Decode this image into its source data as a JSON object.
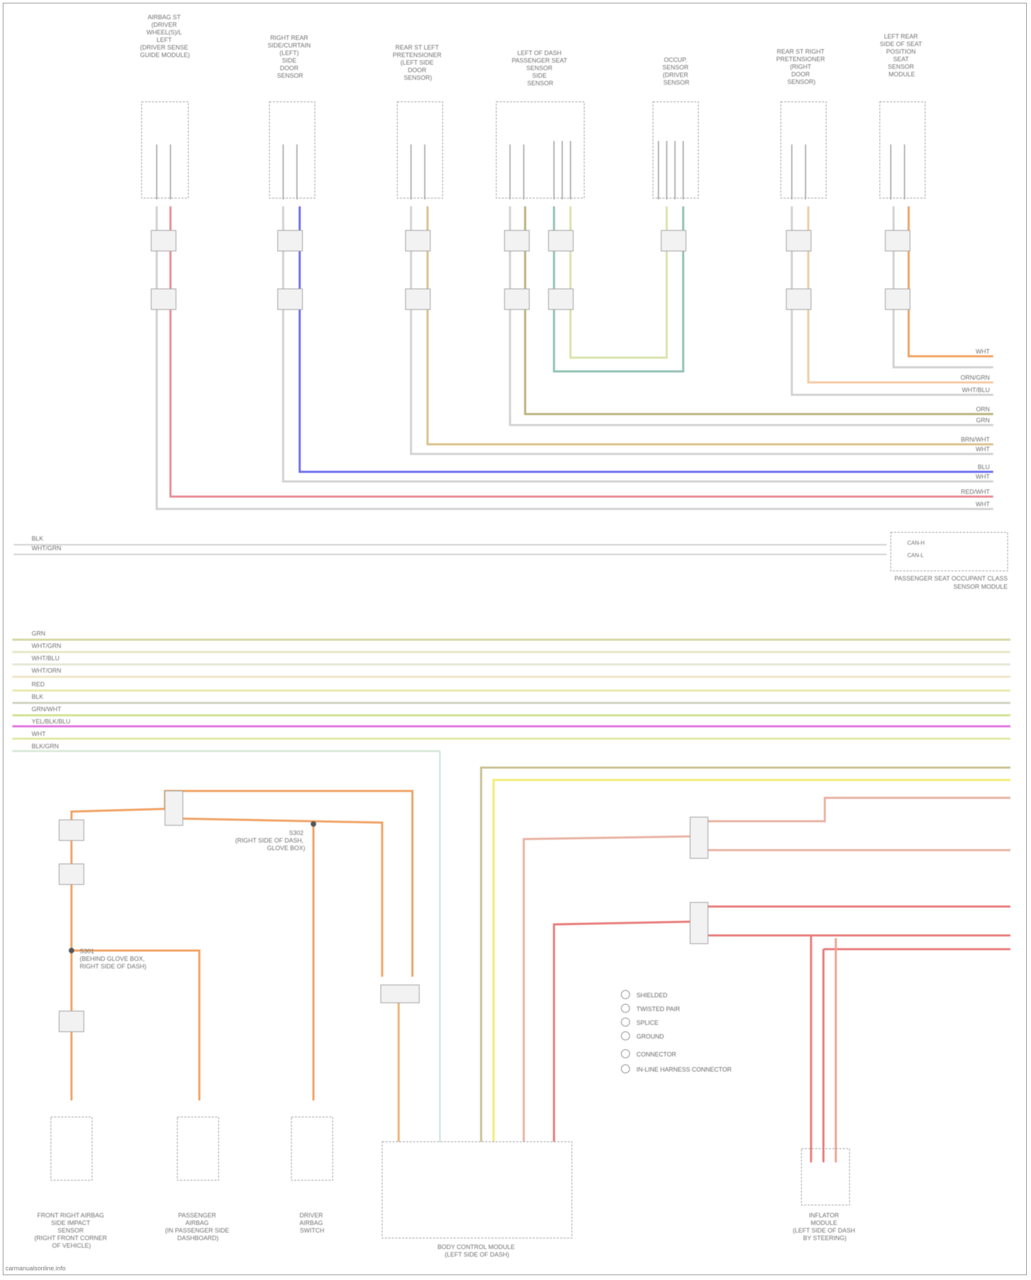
{
  "colors": {
    "pink": "#e88a92",
    "blue": "#6a6af0",
    "tan": "#d8c08a",
    "olive": "#b8b07a",
    "green_blue": "#8fc0b0",
    "light_green": "#d6e3a8",
    "orange": "#f0a060",
    "pale_orange": "#f4c8a0",
    "purple": "#e070e0",
    "yellow": "#f2ee70",
    "salmon": "#e8a898",
    "red": "#e87878",
    "gray": "#bdbdbd"
  },
  "top_components": [
    {
      "id": "c1",
      "label": [
        "AIRBAG ST",
        "(DRIVER",
        "WHEEL(S)/L",
        "LEFT",
        "(DRIVER SENSE",
        "GUIDE MODULE)"
      ]
    },
    {
      "id": "c2",
      "label": [
        "RIGHT REAR",
        "SIDE/CURTAIN",
        "(LEFT)",
        "SIDE",
        "DOOR",
        "SENSOR"
      ]
    },
    {
      "id": "c3",
      "label": [
        "REAR ST LEFT",
        "PRETENSIONER",
        "(LEFT SIDE",
        "DOOR",
        "SENSOR)"
      ]
    },
    {
      "id": "c4",
      "label": [
        "LEFT OF DASH",
        "PASSENGER SEAT",
        "SENSOR",
        "SIDE",
        "SENSOR"
      ]
    },
    {
      "id": "c5",
      "label": [
        "OCCUP.",
        "SENSOR",
        "(DRIVER",
        "SENSOR"
      ]
    },
    {
      "id": "c6",
      "label": [
        "REAR ST RIGHT",
        "PRETENSIONER",
        "(RIGHT",
        "DOOR",
        "SENSOR)"
      ]
    },
    {
      "id": "c7",
      "label": [
        "LEFT REAR",
        "SIDE OF SEAT",
        "POSITION",
        "SEAT",
        "SENSOR",
        "MODULE"
      ]
    }
  ],
  "bus_wire_labels": [
    "WHT",
    "ORN/GRN",
    "WHT/BLU",
    "ORN",
    "GRN",
    "BRN/WHT",
    "WHT",
    "BLU",
    "WHT",
    "RED/WHT",
    "WHT",
    "BLK"
  ],
  "connector_middle": {
    "left_labels": [
      "BLK",
      "WHT/GRN"
    ],
    "right_component": [
      "PASSENGER SEAT OCCUPANT CLASS",
      "SENSOR MODULE"
    ],
    "right_pins": [
      "CAN-H",
      "CAN-L"
    ]
  },
  "bottom_bus_labels": [
    "GRN",
    "WHT/GRN",
    "WHT/BLU",
    "WHT/ORN",
    "RED",
    "BLK",
    "GRN/WHT",
    "YEL/BLK/BLU",
    "WHT",
    "BLK/GRN"
  ],
  "bottom_components": [
    {
      "id": "b1",
      "label": [
        "FRONT RIGHT AIRBAG",
        "SIDE IMPACT",
        "SENSOR",
        "(RIGHT FRONT CORNER",
        "OF VEHICLE)"
      ]
    },
    {
      "id": "b2",
      "label": [
        "PASSENGER",
        "AIRBAG",
        "(IN PASSENGER SIDE",
        "DASHBOARD)"
      ]
    },
    {
      "id": "b3",
      "label": [
        "DRIVER",
        "AIRBAG",
        "SWITCH"
      ]
    },
    {
      "id": "b4",
      "label": [
        "BODY CONTROL MODULE",
        "(LEFT SIDE OF DASH)"
      ]
    },
    {
      "id": "b5",
      "label": [
        "INFLATOR",
        "MODULE",
        "(LEFT SIDE OF DASH",
        "BY STEERING)"
      ]
    }
  ],
  "splice_labels": [
    {
      "text": [
        "S301",
        "(BEHIND GLOVE BOX,",
        "RIGHT SIDE OF DASH)"
      ]
    },
    {
      "text": [
        "S302",
        "(RIGHT SIDE OF DASH,",
        "GLOVE BOX)"
      ]
    }
  ],
  "legend": [
    "SHIELDED",
    "TWISTED PAIR",
    "SPLICE",
    "GROUND",
    "CONNECTOR",
    "IN-LINE HARNESS CONNECTOR"
  ],
  "watermark": "carmanualsonline.info"
}
